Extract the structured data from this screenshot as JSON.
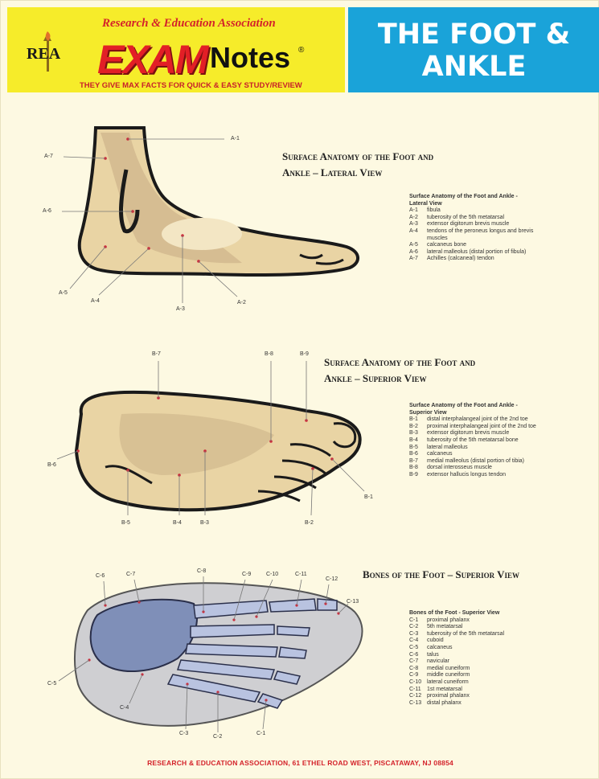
{
  "header": {
    "association": "Research & Education Association",
    "logo_text": "REA",
    "exam_word": "EXAM",
    "notes_word": "Notes",
    "registered": "®",
    "tagline": "THEY GIVE MAX FACTS FOR QUICK & EASY STUDY/REVIEW",
    "title_line1": "THE FOOT &",
    "title_line2": "ANKLE",
    "colors": {
      "yellow": "#f6ec2a",
      "blue": "#1aa3d9",
      "red": "#e21f26"
    }
  },
  "section_a": {
    "title_line1": "Surface Anatomy of the Foot and",
    "title_line2": "Ankle – Lateral View",
    "legend_title": "Surface Anatomy of the Foot and Ankle -",
    "legend_subtitle": "Lateral View",
    "items": [
      {
        "code": "A-1",
        "desc": "fibula"
      },
      {
        "code": "A-2",
        "desc": "tuberosity of the 5th metatarsal"
      },
      {
        "code": "A-3",
        "desc": "extensor digitorum brevis muscle"
      },
      {
        "code": "A-4",
        "desc": "tendons of the peroneus longus and brevis"
      },
      {
        "code": "",
        "desc": "muscles"
      },
      {
        "code": "A-5",
        "desc": "calcaneus bone"
      },
      {
        "code": "A-6",
        "desc": "lateral malleolus (distal portion of fibula)"
      },
      {
        "code": "A-7",
        "desc": "Achilles (calcaneal) tendon"
      }
    ],
    "labels": [
      "A-1",
      "A-7",
      "A-6",
      "A-5",
      "A-4",
      "A-3",
      "A-2"
    ]
  },
  "section_b": {
    "title_line1": "Surface Anatomy of the Foot and",
    "title_line2": "Ankle – Superior View",
    "legend_title": "Surface Anatomy of the Foot and Ankle -",
    "legend_subtitle": "Superior View",
    "items": [
      {
        "code": "B-1",
        "desc": "distal interphalangeal joint of the 2nd toe"
      },
      {
        "code": "B-2",
        "desc": "proximal interphalangeal joint of the 2nd toe"
      },
      {
        "code": "B-3",
        "desc": "extensor digitorum brevis muscle"
      },
      {
        "code": "B-4",
        "desc": "tuberosity of the 5th metatarsal bone"
      },
      {
        "code": "B-5",
        "desc": "lateral malleolus"
      },
      {
        "code": "B-6",
        "desc": "calcaneus"
      },
      {
        "code": "B-7",
        "desc": "medial malleolus (distal portion of tibia)"
      },
      {
        "code": "B-8",
        "desc": "dorsal interosseus muscle"
      },
      {
        "code": "B-9",
        "desc": "extensor hallucis longus tendon"
      }
    ],
    "labels": [
      "B-7",
      "B-8",
      "B-9",
      "B-6",
      "B-1",
      "B-5",
      "B-4",
      "B-3",
      "B-2"
    ]
  },
  "section_c": {
    "title": "Bones of the Foot – Superior View",
    "legend_title": "Bones of the Foot - Superior View",
    "items": [
      {
        "code": "C-1",
        "desc": "proximal phalanx"
      },
      {
        "code": "C-2",
        "desc": "5th metatarsal"
      },
      {
        "code": "C-3",
        "desc": "tuberosity of the 5th metatarsal"
      },
      {
        "code": "C-4",
        "desc": "cuboid"
      },
      {
        "code": "C-5",
        "desc": "calcaneus"
      },
      {
        "code": "C-6",
        "desc": "talus"
      },
      {
        "code": "C-7",
        "desc": "navicular"
      },
      {
        "code": "C-8",
        "desc": "medial cuneiform"
      },
      {
        "code": "C-9",
        "desc": "middle cuneiform"
      },
      {
        "code": "C-10",
        "desc": "lateral cuneiform"
      },
      {
        "code": "C-11",
        "desc": "1st metatarsal"
      },
      {
        "code": "C-12",
        "desc": "proximal phalanx"
      },
      {
        "code": "C-13",
        "desc": "distal phalanx"
      }
    ],
    "labels": [
      "C-6",
      "C-7",
      "C-8",
      "C-9",
      "C-10",
      "C-11",
      "C-12",
      "C-13",
      "C-5",
      "C-4",
      "C-3",
      "C-2",
      "C-1"
    ]
  },
  "footer": {
    "text": "RESEARCH & EDUCATION ASSOCIATION, 61 ETHEL ROAD WEST, PISCATAWAY, NJ 08854"
  }
}
